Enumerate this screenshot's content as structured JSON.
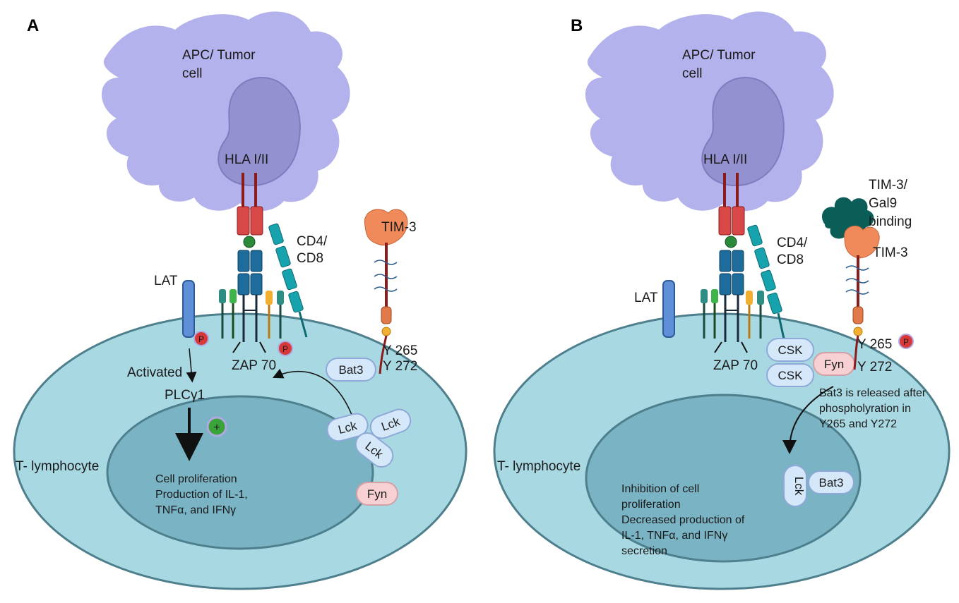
{
  "panels": {
    "a": {
      "letter": "A",
      "apc_label_1": "APC/ Tumor",
      "apc_label_2": "cell",
      "hla": "HLA I/II",
      "tim3": "TIM-3",
      "cd4_1": "CD4/",
      "cd4_2": "CD8",
      "lat": "LAT",
      "zap70": "ZAP 70",
      "y265": "Y 265",
      "y272": "Y 272",
      "bat3": "Bat3",
      "activated": "Activated",
      "plc": "PLCγ1",
      "lck1": "Lck",
      "lck2": "Lck",
      "lck3": "Lck",
      "fyn": "Fyn",
      "tcell": "T- lymphocyte",
      "outcome_1": "Cell proliferation",
      "outcome_2": "Production of IL-1,",
      "outcome_3": "TNFα, and IFNγ",
      "p_symbol": "P",
      "plus_symbol": "+"
    },
    "b": {
      "letter": "B",
      "apc_label_1": "APC/ Tumor",
      "apc_label_2": "cell",
      "hla": "HLA I/II",
      "gal9_1": "TIM-3/",
      "gal9_2": "Gal9",
      "gal9_3": "binding",
      "tim3": "TIM-3",
      "cd4_1": "CD4/",
      "cd4_2": "CD8",
      "lat": "LAT",
      "zap70": "ZAP 70",
      "csk1": "CSK",
      "csk2": "CSK",
      "fyn": "Fyn",
      "y265": "Y 265",
      "y272": "Y 272",
      "release_1": "Bat3 is released after",
      "release_2": "phospholyration in",
      "release_3": "Y265 and Y272",
      "lck": "Lck",
      "bat3": "Bat3",
      "tcell": "T- lymphocyte",
      "outcome_1": "Inhibition of cell",
      "outcome_2": "proliferation",
      "outcome_3": "Decreased production of",
      "outcome_4": "IL-1, TNFα, and IFNγ",
      "outcome_5": "secretion",
      "p_symbol": "P"
    }
  },
  "colors": {
    "apc": "#b4b2ec",
    "nucleus_apc": "#9391d0",
    "cell": "#a8d8e2",
    "nucleus_t": "#79b3c4",
    "pill": "#d4e8fa",
    "fyn": "#f7d0d4",
    "phospho": "#d93838",
    "plus": "#3aa43a",
    "tim3_head": "#f08a5a",
    "gal9": "#0b5e58"
  }
}
